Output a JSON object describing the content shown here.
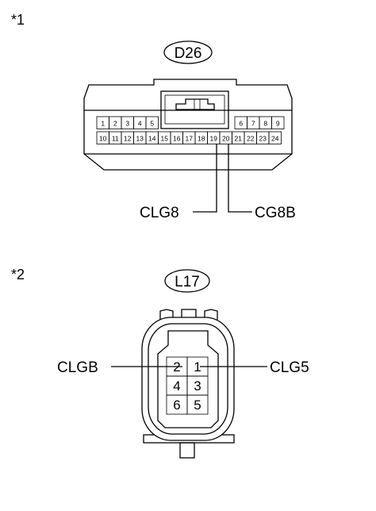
{
  "connector_1": {
    "marker": "*1",
    "code": "D26",
    "pins_top_left": [
      "1",
      "2",
      "3",
      "4",
      "5"
    ],
    "pins_top_right": [
      "6",
      "7",
      "8",
      "9"
    ],
    "pins_bottom": [
      "10",
      "11",
      "12",
      "13",
      "14",
      "15",
      "16",
      "17",
      "18",
      "19",
      "20",
      "21",
      "22",
      "23",
      "24"
    ],
    "wire_left_label": "CLG8",
    "wire_right_label": "CG8B"
  },
  "connector_2": {
    "marker": "*2",
    "code": "L17",
    "pins": [
      [
        "2",
        "1"
      ],
      [
        "4",
        "3"
      ],
      [
        "6",
        "5"
      ]
    ],
    "wire_left_label": "CLGB",
    "wire_right_label": "CLG5"
  }
}
